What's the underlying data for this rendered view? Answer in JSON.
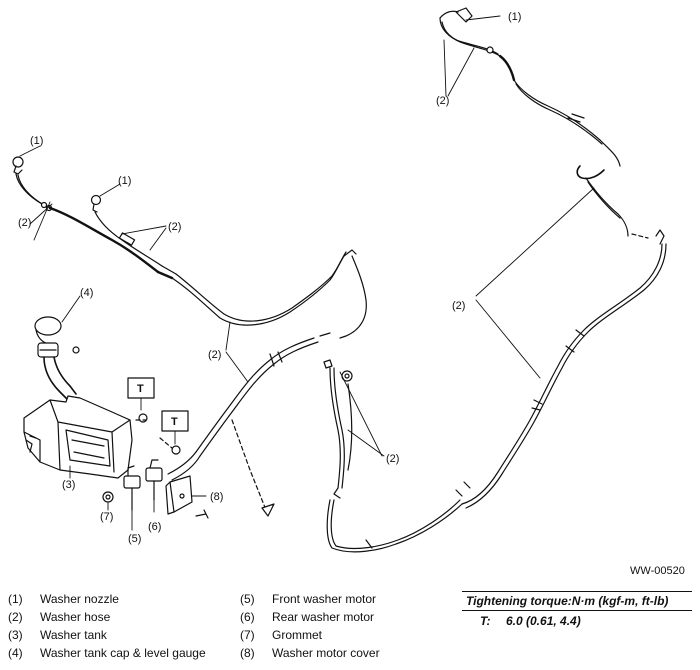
{
  "figure_code": "WW-00520",
  "callouts": {
    "nozzle": "(1)",
    "hose": "(2)",
    "tank": "(3)",
    "cap": "(4)",
    "front_motor": "(5)",
    "rear_motor": "(6)",
    "grommet": "(7)",
    "cover": "(8)"
  },
  "torque_symbol": "T",
  "legend": [
    {
      "num": "(1)",
      "label": "Washer nozzle"
    },
    {
      "num": "(2)",
      "label": "Washer hose"
    },
    {
      "num": "(3)",
      "label": "Washer tank"
    },
    {
      "num": "(4)",
      "label": "Washer tank cap & level gauge"
    },
    {
      "num": "(5)",
      "label": "Front washer motor"
    },
    {
      "num": "(6)",
      "label": "Rear washer motor"
    },
    {
      "num": "(7)",
      "label": "Grommet"
    },
    {
      "num": "(8)",
      "label": "Washer motor cover"
    }
  ],
  "torque_spec": {
    "title": "Tightening torque:N·m (kgf-m, ft-lb)",
    "symbol": "T:",
    "value": "6.0 (0.61, 4.4)"
  }
}
